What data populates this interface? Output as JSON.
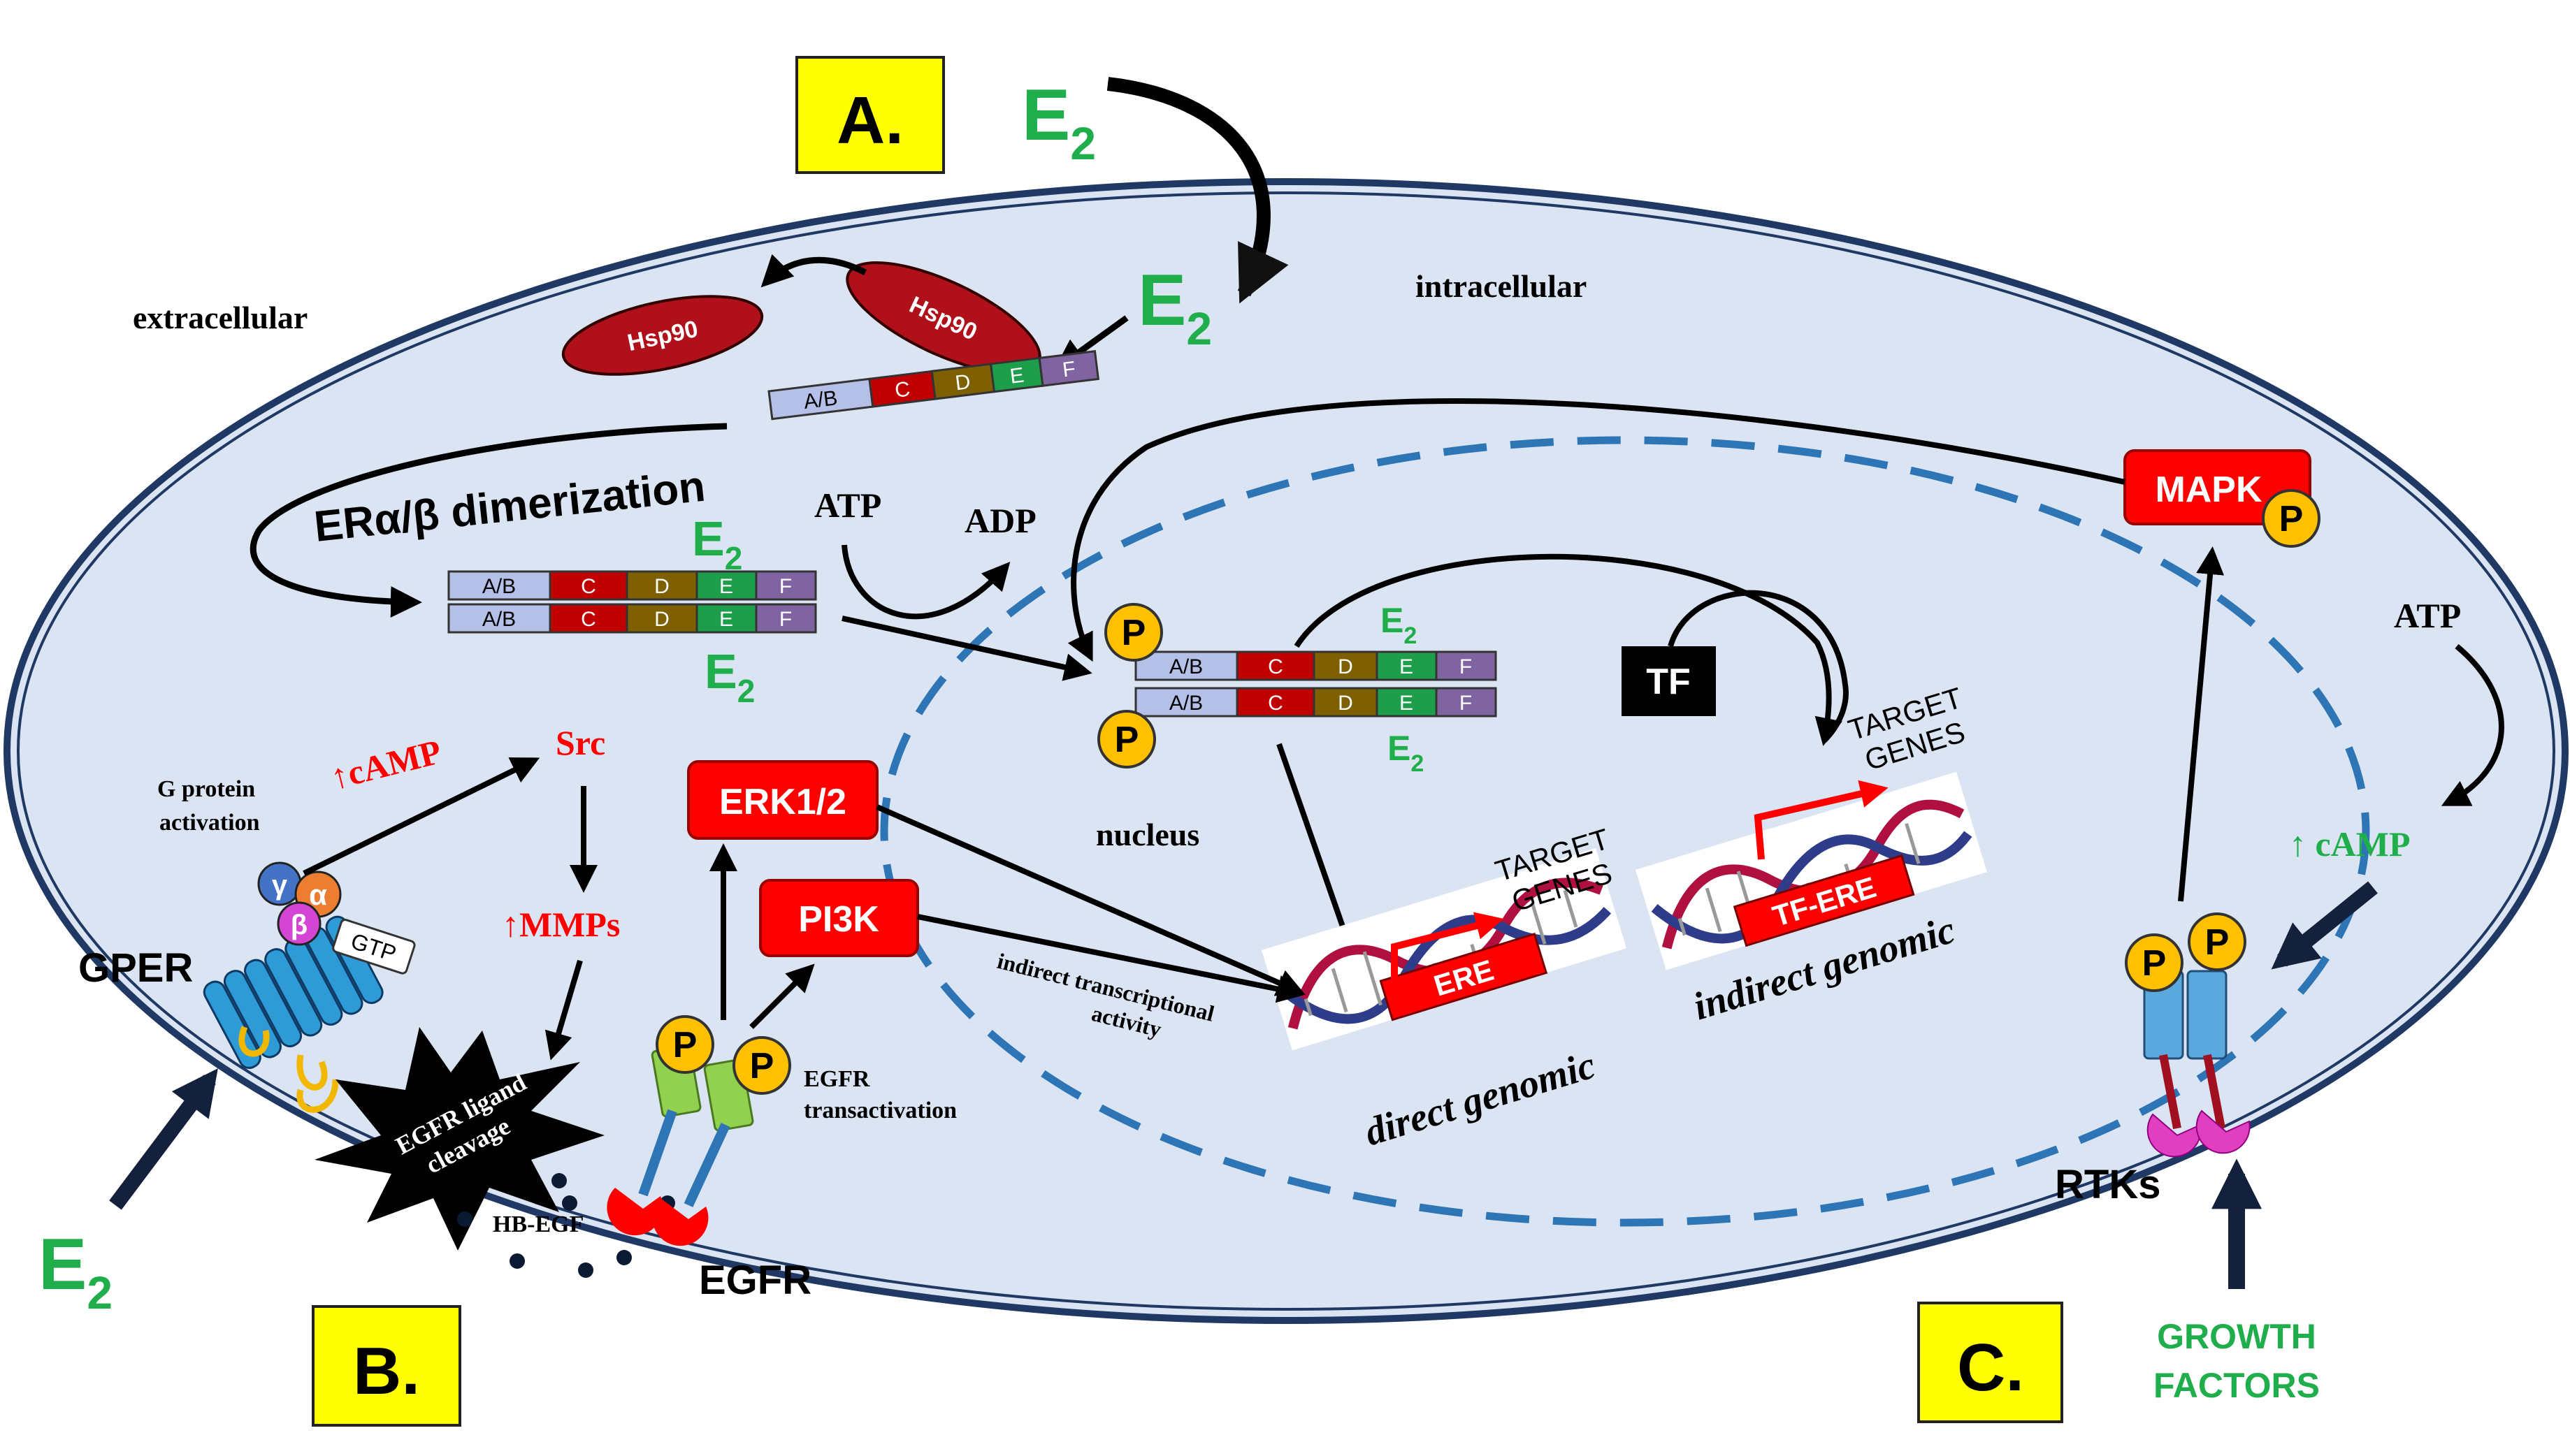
{
  "colors": {
    "cell_fill": "#dbe4f3",
    "membrane": "#1f3864",
    "nucleus_dash": "#2e75b6",
    "estrogen_green": "#1fae4b",
    "red_box": "#ff0000",
    "dark_red": "#b0101a",
    "yellow_label": "#ffff00",
    "phosphate": "#ffc000",
    "domain_ab": "#b4c0e8",
    "domain_c": "#c00000",
    "domain_d": "#7f6000",
    "domain_e": "#1e9e4a",
    "domain_f": "#8064a2",
    "gprotein_gamma": "#4472c4",
    "gprotein_alpha": "#ed7d31",
    "gprotein_beta": "#d445d4",
    "receptor_blue": "#2e9ad6",
    "egfr_green": "#92d050",
    "rtk_blue": "#5ba8dc",
    "rtk_pink": "#e040c0"
  },
  "icons": {
    "gper": "seven-transmembrane-receptor-icon",
    "egfr": "receptor-tyrosine-kinase-icon",
    "dna": "dna-helix-icon",
    "burst": "starburst-icon",
    "phosphate": "phosphate-circle-icon"
  },
  "labels": {
    "panel_a": "A.",
    "panel_b": "B.",
    "panel_c": "C.",
    "e2_symbol": "E",
    "e2_subscript": "2",
    "extracellular": "extracellular",
    "intracellular": "intracellular",
    "nucleus": "nucleus",
    "hsp90": "Hsp90",
    "dimerization": "ERα/β dimerization",
    "atp": "ATP",
    "adp": "ADP",
    "camp_up_red": "↑cAMP",
    "camp_up_green": "↑ cAMP",
    "src": "Src",
    "mmps": "↑MMPs",
    "g_protein_line1": "G protein",
    "g_protein_line2": "activation",
    "gamma": "γ",
    "alpha": "α",
    "beta": "β",
    "gtp": "GTP",
    "gper": "GPER",
    "egfr_cleavage_line1": "EGFR ligand",
    "egfr_cleavage_line2": "cleavage",
    "hb_egf": "HB-EGF",
    "egfr": "EGFR",
    "egfr_transactivation_line1": "EGFR",
    "egfr_transactivation_line2": "transactivation",
    "erk": "ERK1/2",
    "pi3k": "PI3K",
    "p": "P",
    "indirect_tx_line1": "indirect transcriptional",
    "indirect_tx_line2": "activity",
    "tf": "TF",
    "target_genes_line1": "TARGET",
    "target_genes_line2": "GENES",
    "ere": "ERE",
    "tf_ere": "TF-ERE",
    "direct_genomic": "direct genomic",
    "indirect_genomic": "indirect genomic",
    "mapk": "MAPK",
    "rtks": "RTKs",
    "growth_factors_line1": "GROWTH",
    "growth_factors_line2": "FACTORS"
  },
  "receptor_domains": [
    "A/B",
    "C",
    "D",
    "E",
    "F"
  ]
}
